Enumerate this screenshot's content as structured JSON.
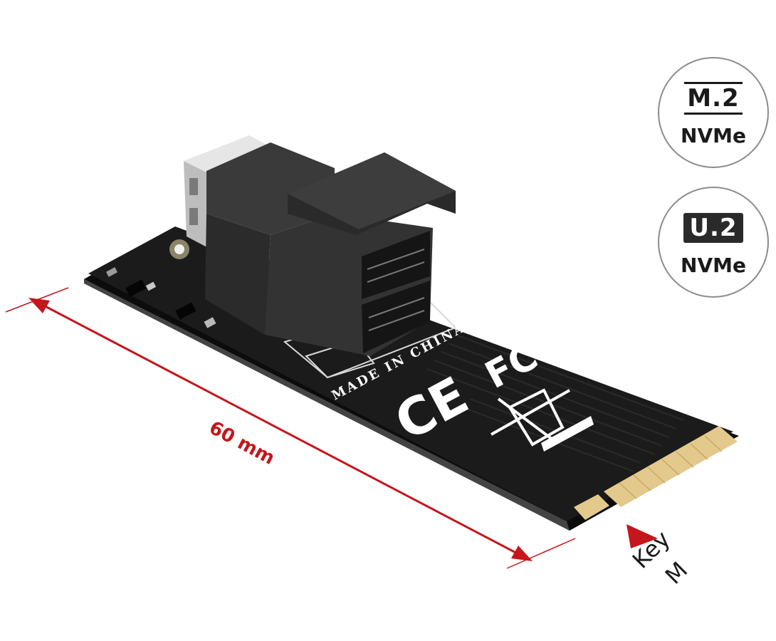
{
  "dimension": {
    "length_label": "60 mm"
  },
  "key": {
    "line1": "Key",
    "line2": "M"
  },
  "badges": {
    "m2": {
      "top": "M.2",
      "bottom": "NVMe"
    },
    "u2": {
      "top": "U.2",
      "bottom": "NVMe"
    }
  },
  "board_print": {
    "origin": "MADE IN CHINA",
    "fcc": "FC",
    "ce": "CE"
  },
  "colors": {
    "pcb": "#1b1b1b",
    "connector": "#2e2e2e",
    "gold": "#e3c98c",
    "accent": "#c4161c"
  }
}
